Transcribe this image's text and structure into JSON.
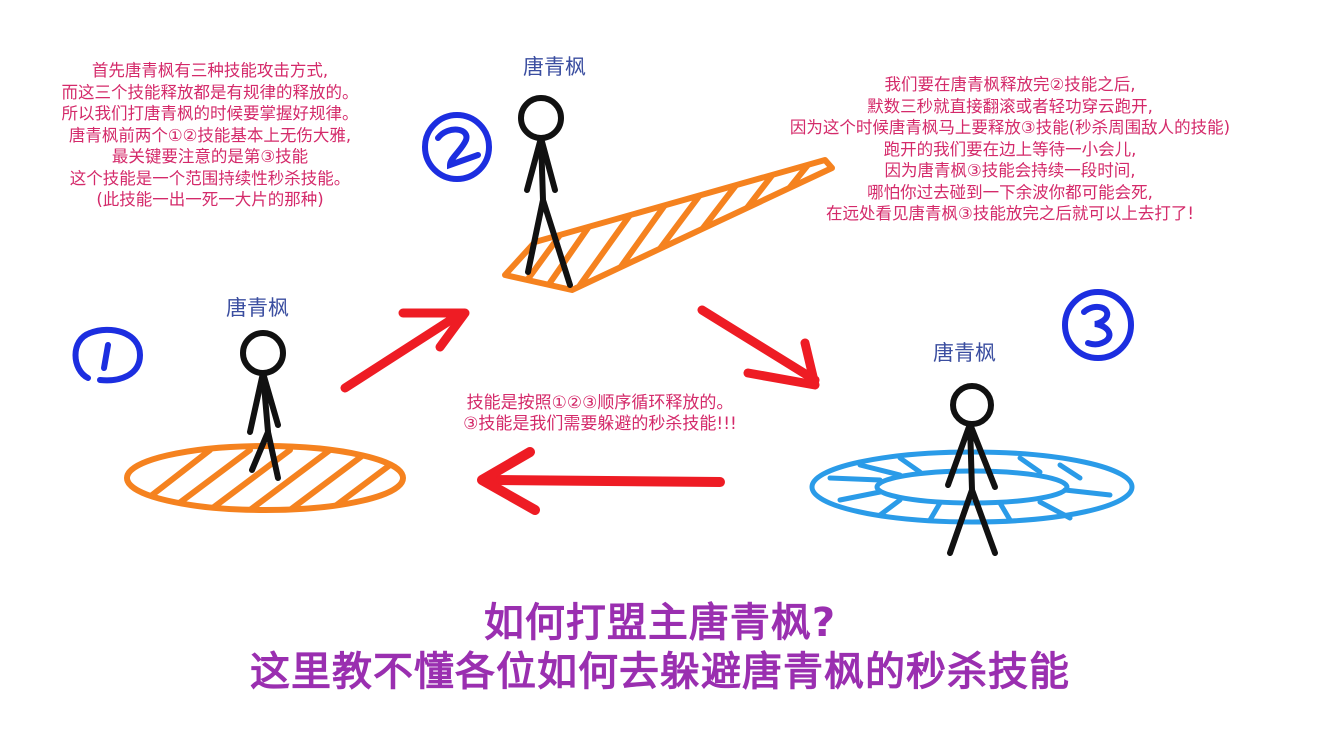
{
  "intro_text": {
    "lines": [
      "首先唐青枫有三种技能攻击方式,",
      "而这三个技能释放都是有规律的释放的。",
      "所以我们打唐青枫的时候要掌握好规律。",
      "唐青枫前两个①②技能基本上无伤大雅,",
      "最关键要注意的是第③技能",
      "这个技能是一个范围持续性秒杀技能。",
      "(此技能一出一死一大片的那种)"
    ]
  },
  "advice_text": {
    "lines": [
      "我们要在唐青枫释放完②技能之后,",
      "默数三秒就直接翻滚或者轻功穿云跑开,",
      "因为这个时候唐青枫马上要释放③技能(秒杀周围敌人的技能)",
      "跑开的我们要在边上等待一小会儿,",
      "因为唐青枫③技能会持续一段时间,",
      "哪怕你过去碰到一下余波你都可能会死,",
      "在远处看见唐青枫③技能放完之后就可以上去打了!"
    ]
  },
  "cycle_text": {
    "lines": [
      "技能是按照①②③顺序循环释放的。",
      "③技能是我们需要躲避的秒杀技能!!!"
    ]
  },
  "stages": [
    {
      "number": "1",
      "character": "唐青枫",
      "area_shape": "ellipse",
      "area_color": "#f5821f"
    },
    {
      "number": "2",
      "character": "唐青枫",
      "area_shape": "strip",
      "area_color": "#f5821f"
    },
    {
      "number": "3",
      "character": "唐青枫",
      "area_shape": "ring",
      "area_color": "#2a9be8"
    }
  ],
  "title": {
    "line1": "如何打盟主唐青枫?",
    "line2": "这里教不懂各位如何去躲避唐青枫的秒杀技能"
  },
  "colors": {
    "body_text": "#d42a6a",
    "label": "#3b4ea0",
    "title": "#9a2fb0",
    "arrow": "#ee1c24",
    "number_circle": "#1c2ee0",
    "orange_area": "#f5821f",
    "blue_area": "#2a9be8"
  }
}
